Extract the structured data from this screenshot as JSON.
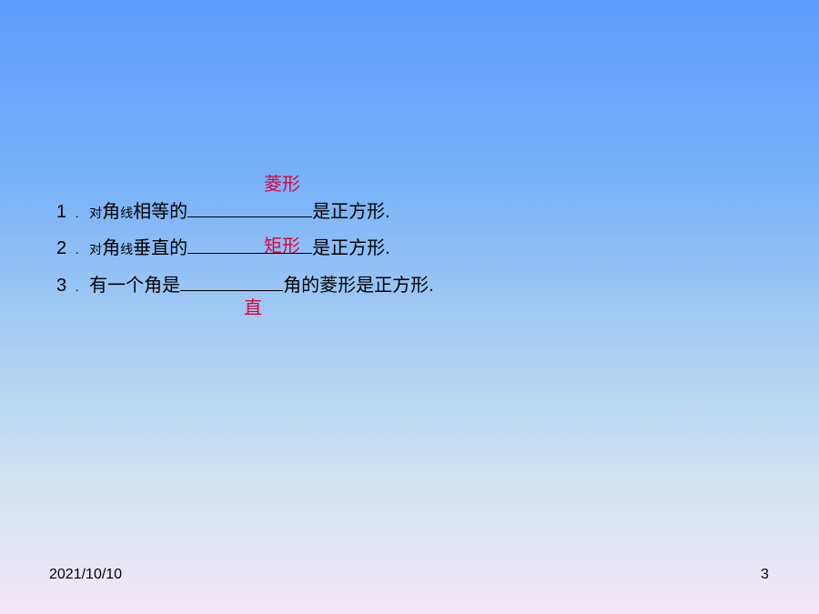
{
  "questions": [
    {
      "num": "1",
      "sep": ".",
      "pre1": "对",
      "pre2": "角",
      "pre3": "线",
      "pre4": "相等的",
      "post": "是正方形."
    },
    {
      "num": "2",
      "sep": ".",
      "pre1": "对",
      "pre2": "角",
      "pre3": "线",
      "pre4": "垂直的",
      "post": "是正方形."
    },
    {
      "num": "3",
      "sep": ".",
      "pre": "有一个角是",
      "post": "角的菱形是正方形."
    }
  ],
  "answers": [
    "菱形",
    "矩形",
    "直"
  ],
  "footer": {
    "date": "2021/10/10",
    "page": "3"
  }
}
